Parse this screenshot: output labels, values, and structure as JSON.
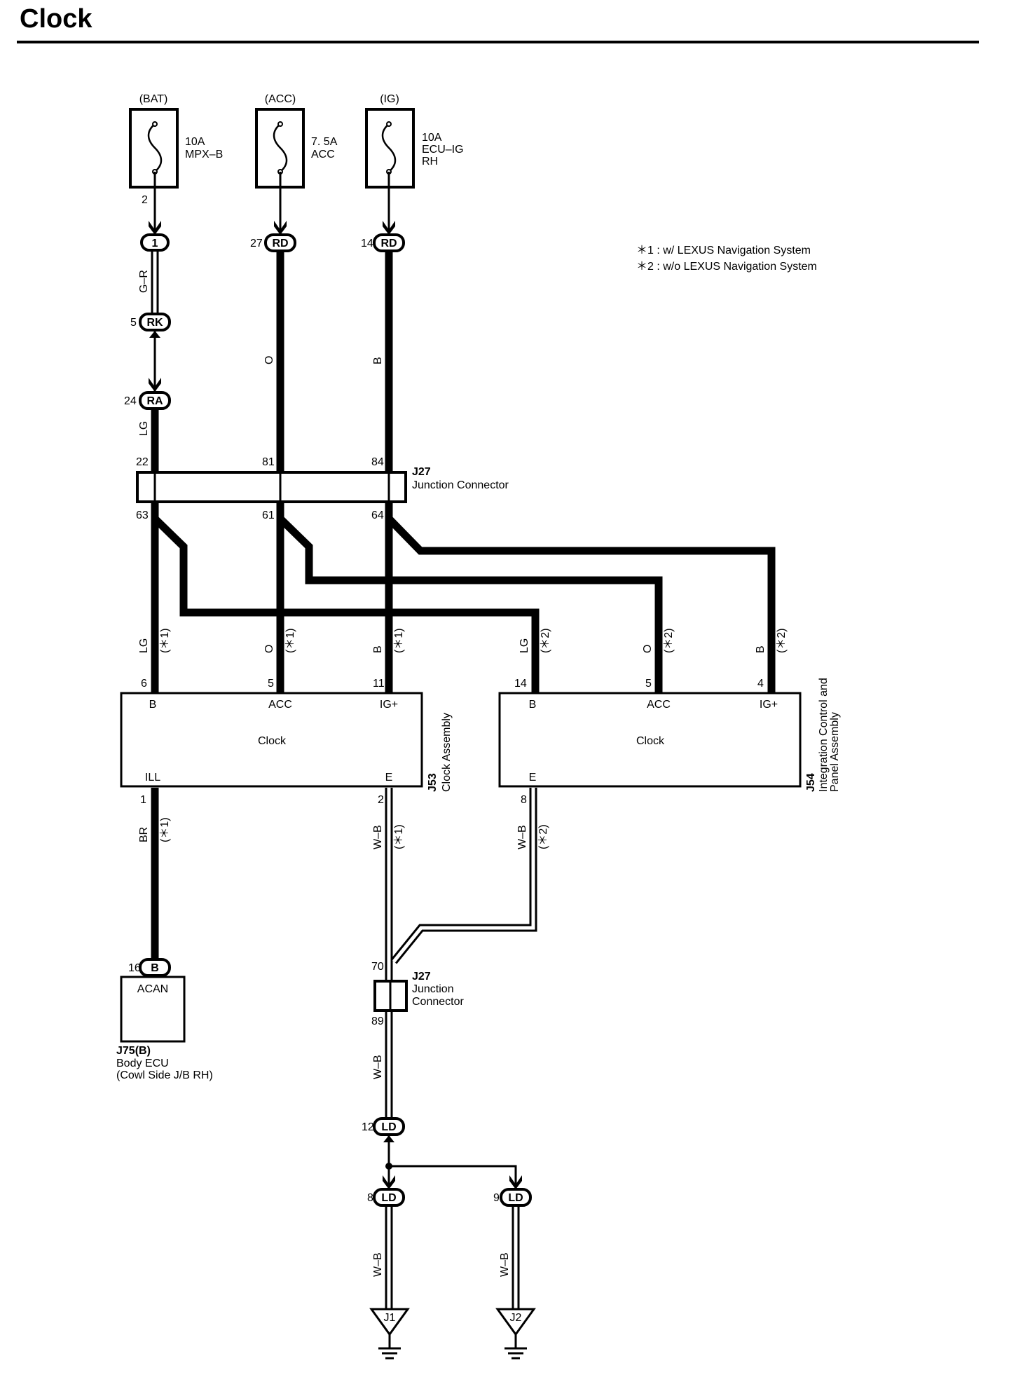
{
  "page": {
    "title": "Clock"
  },
  "notes": [
    "＊1 : w/ LEXUS Navigation System",
    "＊2 : w/o LEXUS Navigation System"
  ],
  "fuses": [
    {
      "source": "(BAT)",
      "rating": "10A",
      "name": "MPX–B",
      "name2": "",
      "out_pin": "2"
    },
    {
      "source": "(ACC)",
      "rating": "7. 5A",
      "name": "ACC",
      "name2": "",
      "out_pin": ""
    },
    {
      "source": "(IG)",
      "rating": "10A",
      "name": "ECU–IG",
      "name2": "RH",
      "out_pin": ""
    }
  ],
  "inline_connectors": [
    {
      "code": "1",
      "pin": ""
    },
    {
      "code": "RK",
      "pin": "5"
    },
    {
      "code": "RA",
      "pin": "24"
    },
    {
      "code": "RD",
      "pin": "27"
    },
    {
      "code": "RD",
      "pin": "14"
    }
  ],
  "wire_colors": {
    "gr": "G–R",
    "lg": "LG",
    "o": "O",
    "b": "B",
    "br": "BR",
    "wb": "W–B"
  },
  "variant_marks": {
    "n1": "(＊1)",
    "n2": "(＊2)"
  },
  "junction_top": {
    "id": "J27",
    "name": "Junction Connector",
    "in_pins": [
      "22",
      "81",
      "84"
    ],
    "out_pins": [
      "63",
      "61",
      "64"
    ]
  },
  "clock_assembly": {
    "id": "J53",
    "name": "Clock Assembly",
    "label": "Clock",
    "terminals": [
      "B",
      "ACC",
      "IG+",
      "ILL",
      "E"
    ],
    "pins": [
      "6",
      "5",
      "11",
      "1",
      "2"
    ]
  },
  "integration_panel": {
    "id": "J54",
    "name": "Integration Control and",
    "name2": "Panel Assembly",
    "label": "Clock",
    "terminals": [
      "B",
      "ACC",
      "IG+",
      "E"
    ],
    "pins": [
      "14",
      "5",
      "4",
      "8"
    ]
  },
  "body_ecu": {
    "id": "J75(B)",
    "name": "Body ECU",
    "name2": "(Cowl Side J/B RH)",
    "terminal": "ACAN",
    "pin": "16",
    "conn_code": "B"
  },
  "junction_bottom": {
    "id": "J27",
    "name": "Junction",
    "name2": "Connector",
    "in_pin": "70",
    "out_pin": "89"
  },
  "ld_connectors": [
    {
      "code": "LD",
      "pin": "12"
    },
    {
      "code": "LD",
      "pin": "8"
    },
    {
      "code": "LD",
      "pin": "9"
    }
  ],
  "grounds": [
    "J1",
    "J2"
  ]
}
